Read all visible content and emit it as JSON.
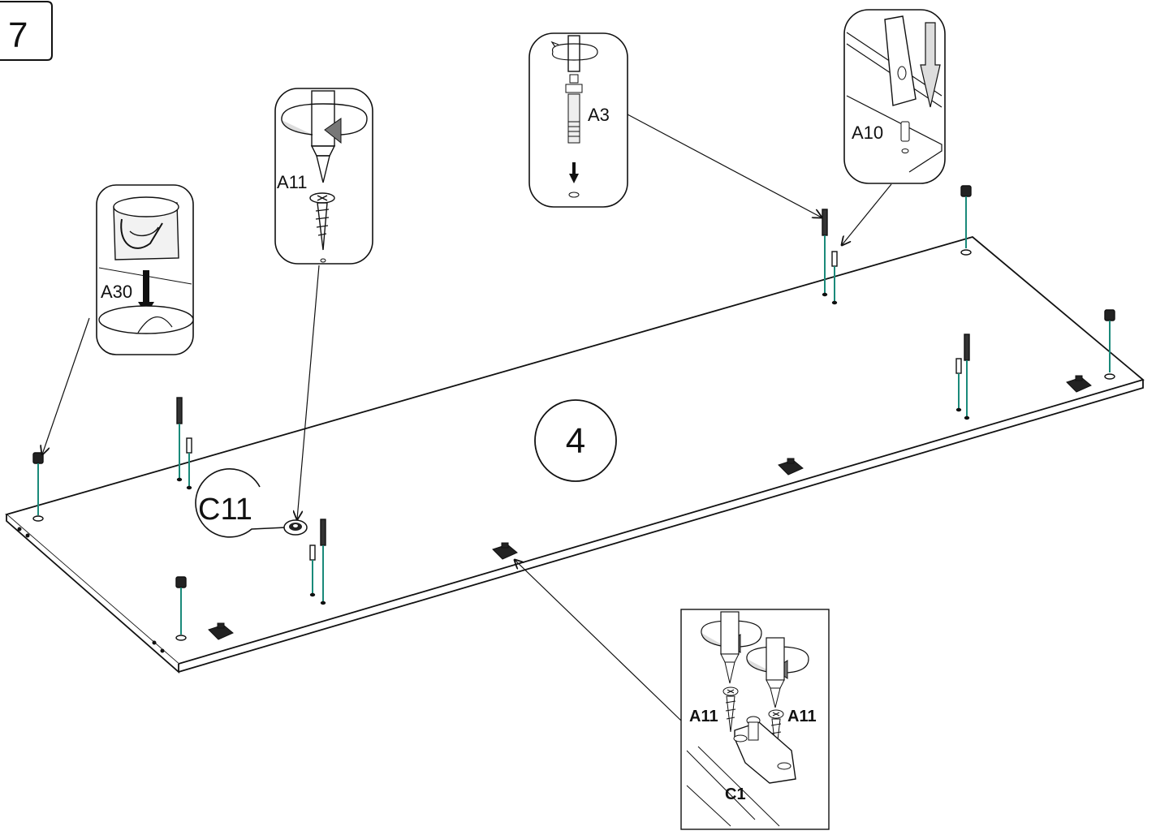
{
  "step": {
    "number": "7"
  },
  "panel": {
    "part_number": "4"
  },
  "callouts": {
    "a30": {
      "label": "A30"
    },
    "a11": {
      "label": "A11"
    },
    "a3": {
      "label": "A3"
    },
    "a10": {
      "label": "A10"
    },
    "c11": {
      "label": "C11"
    },
    "hinge": {
      "left_screw": "A11",
      "right_screw": "A11",
      "plate": "C1"
    }
  },
  "colors": {
    "line": "#111111",
    "dowel": "#1a8a7a",
    "panel_fill": "#ffffff"
  }
}
